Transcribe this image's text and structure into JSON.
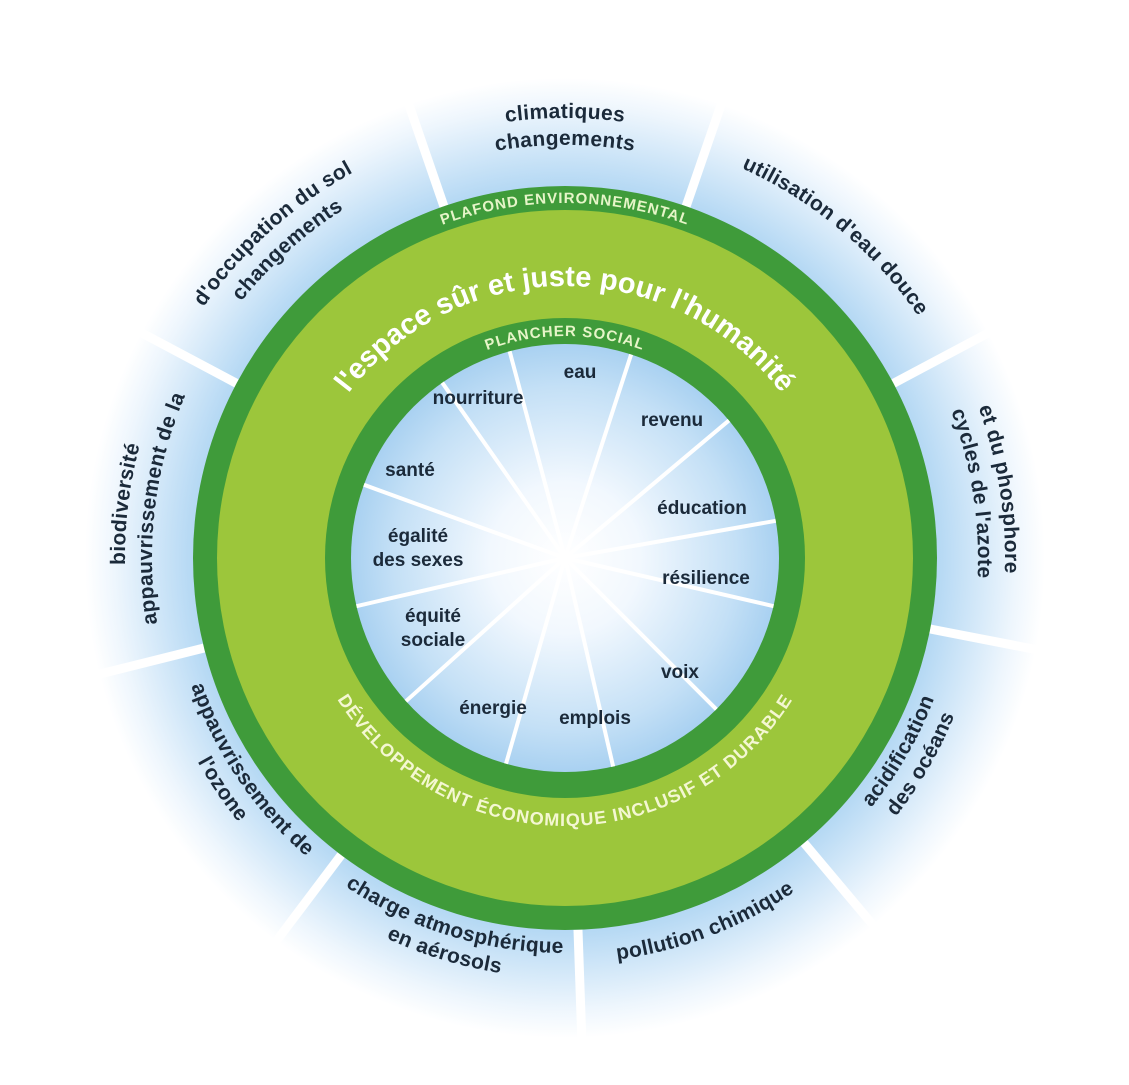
{
  "diagram": {
    "title": "l'espace sûr et juste pour l'humanité",
    "ceiling_label": "PLAFOND ENVIRONNEMENTAL",
    "floor_label": "PLANCHER SOCIAL",
    "development_label": "DÉVELOPPEMENT ÉCONOMIQUE INCLUSIF ET DURABLE",
    "colors": {
      "ring_dark_green": "#3f9b3a",
      "ring_light_green": "#9cc63b",
      "sky_blue": "#8cc4ec",
      "text_dark": "#1b2a3a"
    },
    "environmental_ceiling": [
      {
        "lines": [
          "changements",
          "climatiques"
        ]
      },
      {
        "lines": [
          "utilisation d'eau douce"
        ]
      },
      {
        "lines": [
          "cycles de l'azote",
          "et du phosphore"
        ]
      },
      {
        "lines": [
          "acidification",
          "des océans"
        ]
      },
      {
        "lines": [
          "pollution chimique"
        ]
      },
      {
        "lines": [
          "charge atmosphérique",
          "en aérosols"
        ]
      },
      {
        "lines": [
          "appauvrissement de",
          "l'ozone"
        ]
      },
      {
        "lines": [
          "appauvrissement de la",
          "biodiversité"
        ]
      },
      {
        "lines": [
          "changements",
          "d'occupation du sol"
        ]
      }
    ],
    "social_foundation": [
      {
        "lines": [
          "eau"
        ]
      },
      {
        "lines": [
          "revenu"
        ]
      },
      {
        "lines": [
          "éducation"
        ]
      },
      {
        "lines": [
          "résilience"
        ]
      },
      {
        "lines": [
          "voix"
        ]
      },
      {
        "lines": [
          "emplois"
        ]
      },
      {
        "lines": [
          "énergie"
        ]
      },
      {
        "lines": [
          "équité",
          "sociale"
        ]
      },
      {
        "lines": [
          "égalité",
          "des sexes"
        ]
      },
      {
        "lines": [
          "santé"
        ]
      },
      {
        "lines": [
          "nourriture"
        ]
      }
    ]
  }
}
